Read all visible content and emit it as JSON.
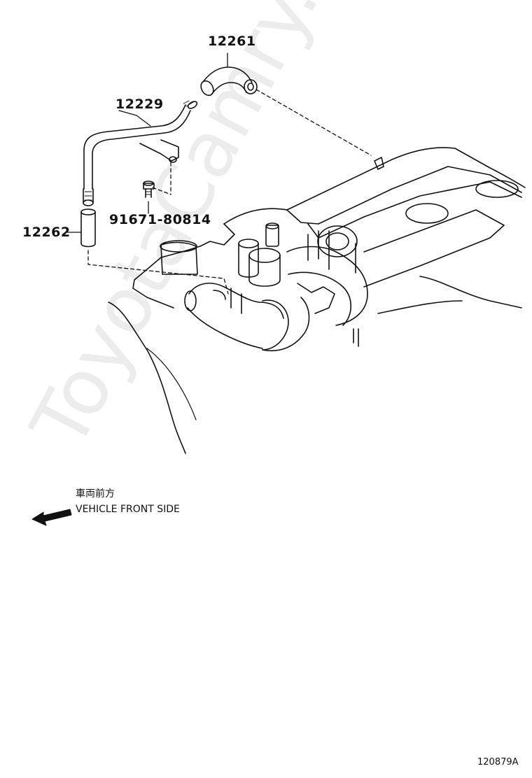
{
  "parts": {
    "p12261": "12261",
    "p12229": "12229",
    "p91671": "91671-80814",
    "p12262": "12262"
  },
  "direction": {
    "japanese": "車両前方",
    "english": "VEHICLE FRONT SIDE"
  },
  "diagram_id": "120879A",
  "watermark": "ToyotaCamry.ru",
  "colors": {
    "line": "#111111",
    "watermark": "#000000"
  }
}
